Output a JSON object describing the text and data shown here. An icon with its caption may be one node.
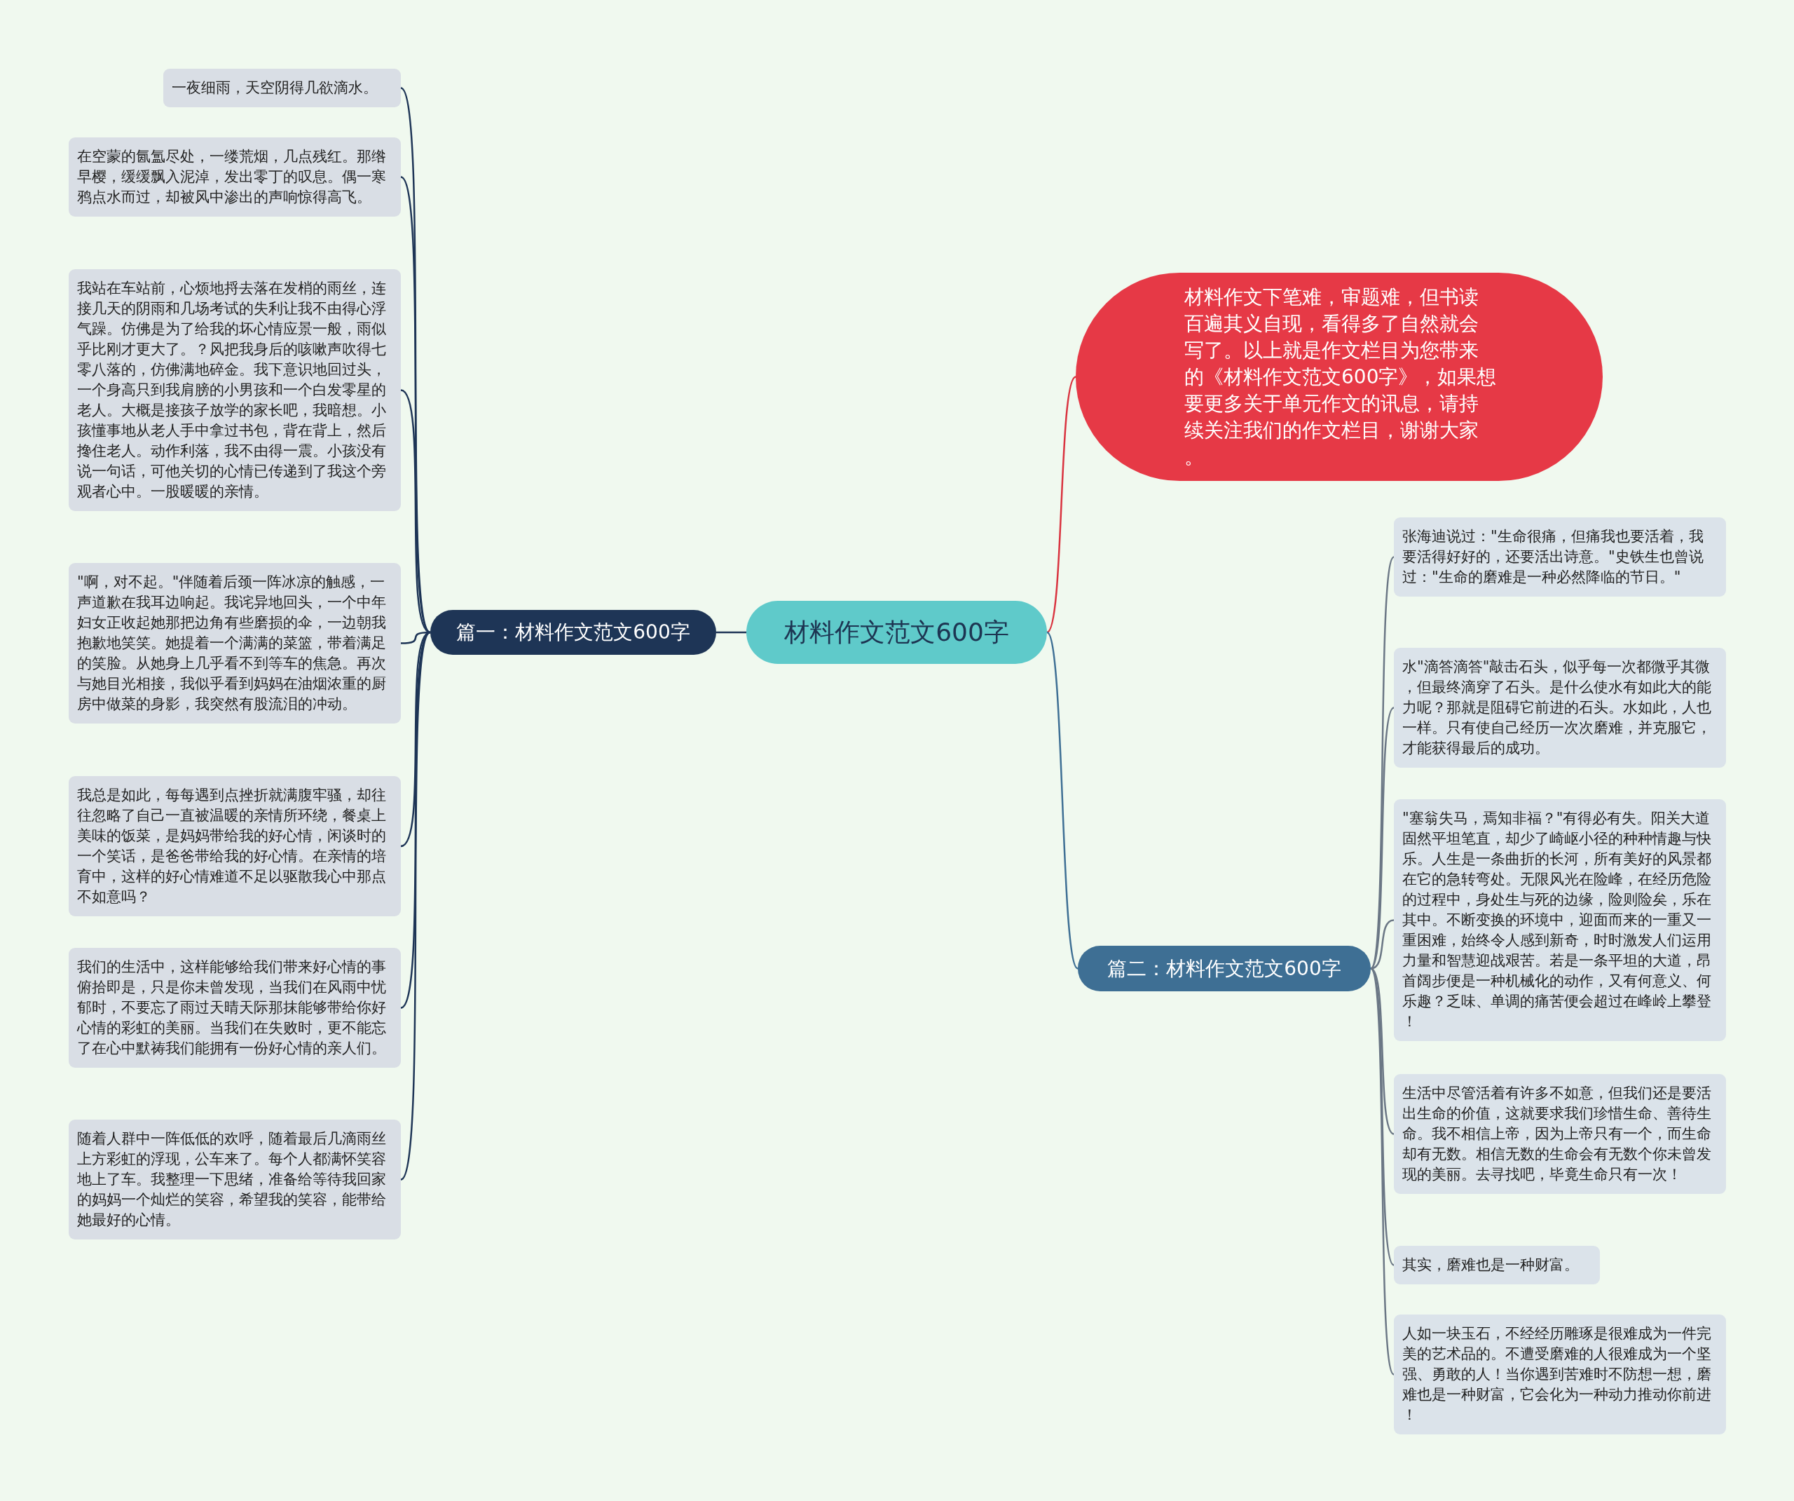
{
  "diagram": {
    "nodes": [
      {
        "text": [
          "材料作文范文600字"
        ]
      },
      {
        "text": [
          "材料作文下笔难，审题难，但书读百遍其义自现，看得多了自然就会写了。以上就是作文栏目为您带来的《材料作文范文600字》，如果想要更多关于单元作文的讯息，请持续关注我们的作文栏目，谢谢大家。"
        ]
      },
      {
        "text": [
          "篇一：材料作文范文600字"
        ]
      },
      {
        "text": [
          "一夜细雨，天空阴得几欲滴水。"
        ]
      },
      {
        "text": [
          "在空蒙的氤氲尽处，一缕荒烟，几点残红。那绺早樱，缓缓飘入泥淖，发出零丁的叹息。偶一寒鸦点水而过，却被风中渗出的声响惊得高飞。"
        ]
      },
      {
        "text": [
          "我站在车站前，心烦地捋去落在发梢的雨丝，连接几天的阴雨和几场考试的失利让我不由得心浮气躁。仿佛是为了给我的坏心情应景一般，雨似乎比刚才更大了。？风把我身后的咳嗽声吹得七零八落的，仿佛满地碎金。我下意识地回过头，一个身高只到我肩膀的小男孩和一个白发零星的老人。大概是接孩子放学的家长吧，我暗想。小孩懂事地从老人手中拿过书包，背在背上，然后搀住老人。动作利落，我不由得一震。小孩没有说一句话，可他关切的心情已传递到了我这个旁观者心中。一股暖暖的亲情。"
        ]
      },
      {
        "text": [
          "\"啊，对不起。\"伴随着后颈一阵冰凉的触感，一声道歉在我耳边响起。我诧异地回头，一个中年妇女正收起她那把边角有些磨损的伞，一边朝我抱歉地笑笑。她提着一个满满的菜篮，带着满足的笑脸。从她身上几乎看不到等车的焦急。再次与她目光相接，我似乎看到妈妈在油烟浓重的厨房中做菜的身影，我突然有股流泪的冲动。"
        ]
      },
      {
        "text": [
          "我总是如此，每每遇到点挫折就满腹牢骚，却往往忽略了自己一直被温暖的亲情所环绕，餐桌上美味的饭菜，是妈妈带给我的好心情，闲谈时的一个笑话，是爸爸带给我的好心情。在亲情的培育中，这样的好心情难道不足以驱散我心中那点不如意吗？"
        ]
      },
      {
        "text": [
          "我们的生活中，这样能够给我们带来好心情的事俯拾即是，只是你未曾发现，当我们在风雨中忧郁时，不要忘了雨过天晴天际那抹能够带给你好心情的彩虹的美丽。当我们在失败时，更不能忘了在心中默祷我们能拥有一份好心情的亲人们。"
        ]
      },
      {
        "text": [
          "随着人群中一阵低低的欢呼，随着最后几滴雨丝上方彩虹的浮现，公车来了。每个人都满怀笑容地上了车。我整理一下思绪，准备给等待我回家的妈妈一个灿烂的笑容，希望我的笑容，能带给她最好的心情。"
        ]
      },
      {
        "text": [
          "篇二：材料作文范文600字"
        ]
      },
      {
        "text": [
          "张海迪说过：\"生命很痛，但痛我也要活着，我要活得好好的，还要活出诗意。\"史铁生也曾说过：\"生命的磨难是一种必然降临的节日。\""
        ]
      },
      {
        "text": [
          "水\"滴答滴答\"敲击石头，似乎每一次都微乎其微，但最终滴穿了石头。是什么使水有如此大的能力呢？那就是阻碍它前进的石头。水如此，人也一样。只有使自己经历一次次磨难，并克服它，才能获得最后的成功。"
        ]
      },
      {
        "text": [
          "\"塞翁失马，焉知非福？\"有得必有失。阳关大道固然平坦笔直，却少了崎岖小径的种种情趣与快乐。人生是一条曲折的长河，所有美好的风景都在它的急转弯处。无限风光在险峰，在经历危险的过程中，身处生与死的边缘，险则险矣，乐在其中。不断变换的环境中，迎面而来的一重又一重困难，始终令人感到新奇，时时激发人们运用力量和智慧迎战艰苦。若是一条平坦的大道，昂首阔步便是一种机械化的动作，又有何意义、何乐趣？乏味、单调的痛苦便会超过在峰岭上攀登！"
        ]
      },
      {
        "text": [
          "生活中尽管活着有许多不如意，但我们还是要活出生命的价值，这就要求我们珍惜生命、善待生命。我不相信上帝，因为上帝只有一个，而生命却有无数。相信无数的生命会有无数个你未曾发现的美丽。去寻找吧，毕竟生命只有一次！"
        ]
      },
      {
        "text": [
          "其实，磨难也是一种财富。"
        ]
      },
      {
        "text": [
          "人如一块玉石，不经经历雕琢是很难成为一件完美的艺术品的。不遭受磨难的人很难成为一个坚强、勇敢的人！当你遇到苦难时不防想一想，磨难也是一种财富，它会化为一种动力推动你前进！"
        ]
      }
    ],
    "edges": [
      {
        "from": 0,
        "to": 1,
        "arrow": "none",
        "color": "#d9333f"
      },
      {
        "from": 0,
        "to": 2,
        "arrow": "none",
        "color": "#1e3556"
      },
      {
        "from": 0,
        "to": 10,
        "arrow": "none",
        "color": "#3e6f94"
      },
      {
        "from": 2,
        "to": 3,
        "arrow": "none"
      },
      {
        "from": 2,
        "to": 4,
        "arrow": "none"
      },
      {
        "from": 2,
        "to": 5,
        "arrow": "none"
      },
      {
        "from": 2,
        "to": 6,
        "arrow": "none"
      },
      {
        "from": 2,
        "to": 7,
        "arrow": "none"
      },
      {
        "from": 2,
        "to": 8,
        "arrow": "none"
      },
      {
        "from": 2,
        "to": 9,
        "arrow": "none"
      },
      {
        "from": 10,
        "to": 11,
        "arrow": "none",
        "color": "#6b7785"
      },
      {
        "from": 10,
        "to": 12,
        "arrow": "none",
        "color": "#6b7785"
      },
      {
        "from": 10,
        "to": 13,
        "arrow": "none",
        "color": "#6b7785"
      },
      {
        "from": 10,
        "to": 14,
        "arrow": "none",
        "color": "#6b7785"
      },
      {
        "from": 10,
        "to": 15,
        "arrow": "none",
        "color": "#6b7785"
      },
      {
        "from": 10,
        "to": 16,
        "arrow": "none",
        "color": "#6b7785"
      }
    ]
  }
}
